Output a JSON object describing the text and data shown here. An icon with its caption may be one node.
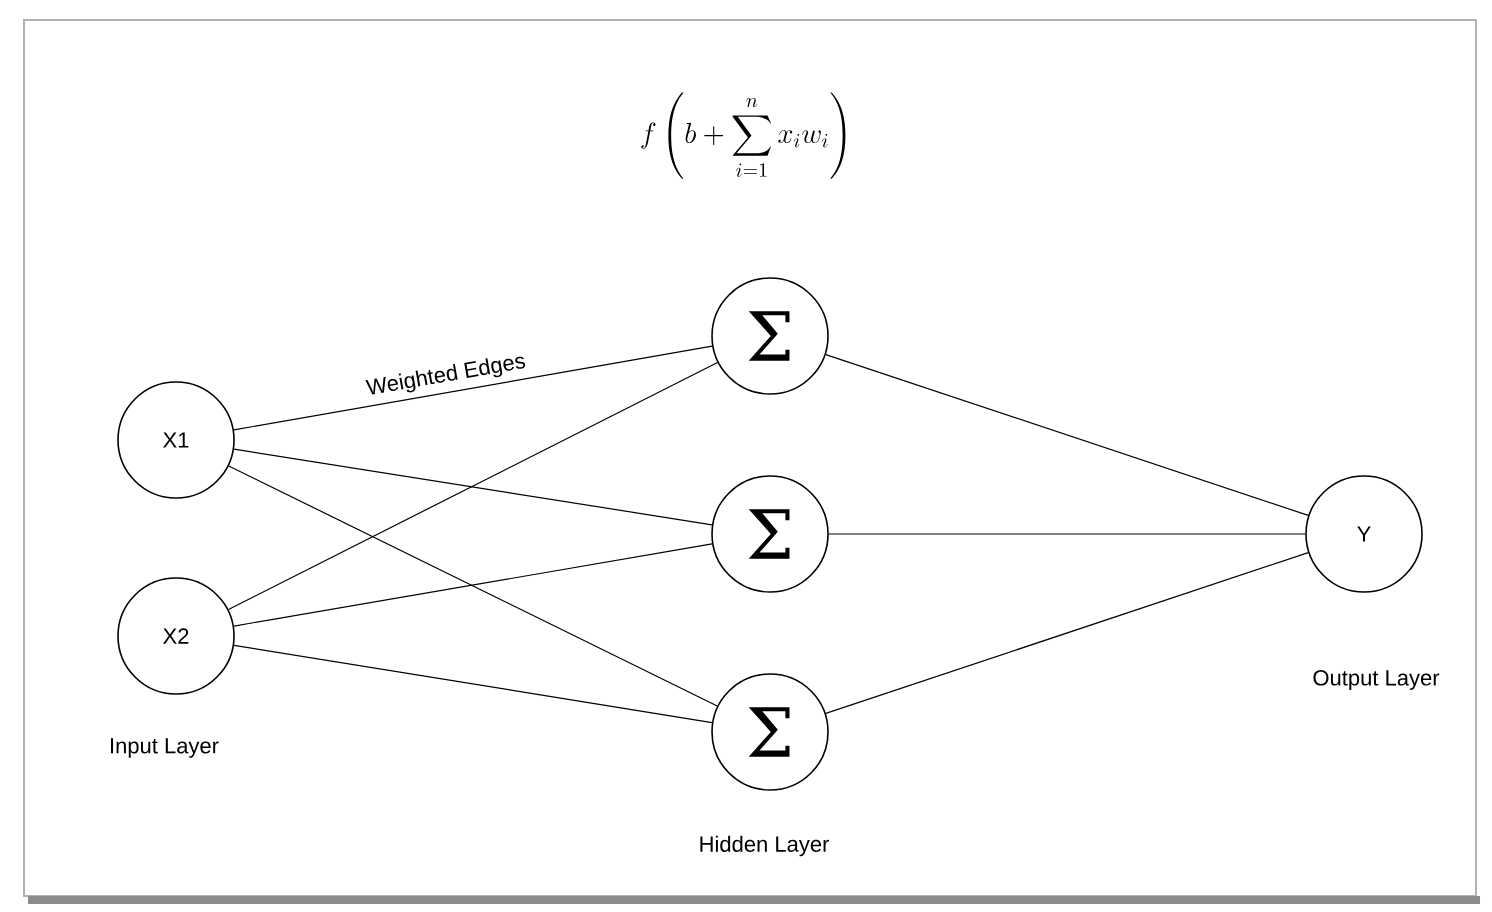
{
  "diagram": {
    "title": "f\\left(b+\\sum_{i=1}^{n} x_i w_i\\right)",
    "nodes": [
      {
        "text": [
          "X1"
        ]
      },
      {
        "text": [
          "X2"
        ]
      },
      {
        "text": [
          "Σ"
        ]
      },
      {
        "text": [
          "Σ"
        ]
      },
      {
        "text": [
          "Σ"
        ]
      },
      {
        "text": [
          "Y"
        ]
      }
    ],
    "edges": [
      {
        "from": 0,
        "to": 2,
        "arrow": "none",
        "label": "Weighted Edges"
      },
      {
        "from": 0,
        "to": 3,
        "arrow": "none"
      },
      {
        "from": 0,
        "to": 4,
        "arrow": "none"
      },
      {
        "from": 1,
        "to": 2,
        "arrow": "none"
      },
      {
        "from": 1,
        "to": 3,
        "arrow": "none"
      },
      {
        "from": 1,
        "to": 4,
        "arrow": "none"
      },
      {
        "from": 2,
        "to": 5,
        "arrow": "none"
      },
      {
        "from": 3,
        "to": 5,
        "arrow": "none"
      },
      {
        "from": 4,
        "to": 5,
        "arrow": "none"
      }
    ],
    "labels": [
      "Input Layer",
      "Output Layer",
      "Hidden Layer"
    ]
  }
}
